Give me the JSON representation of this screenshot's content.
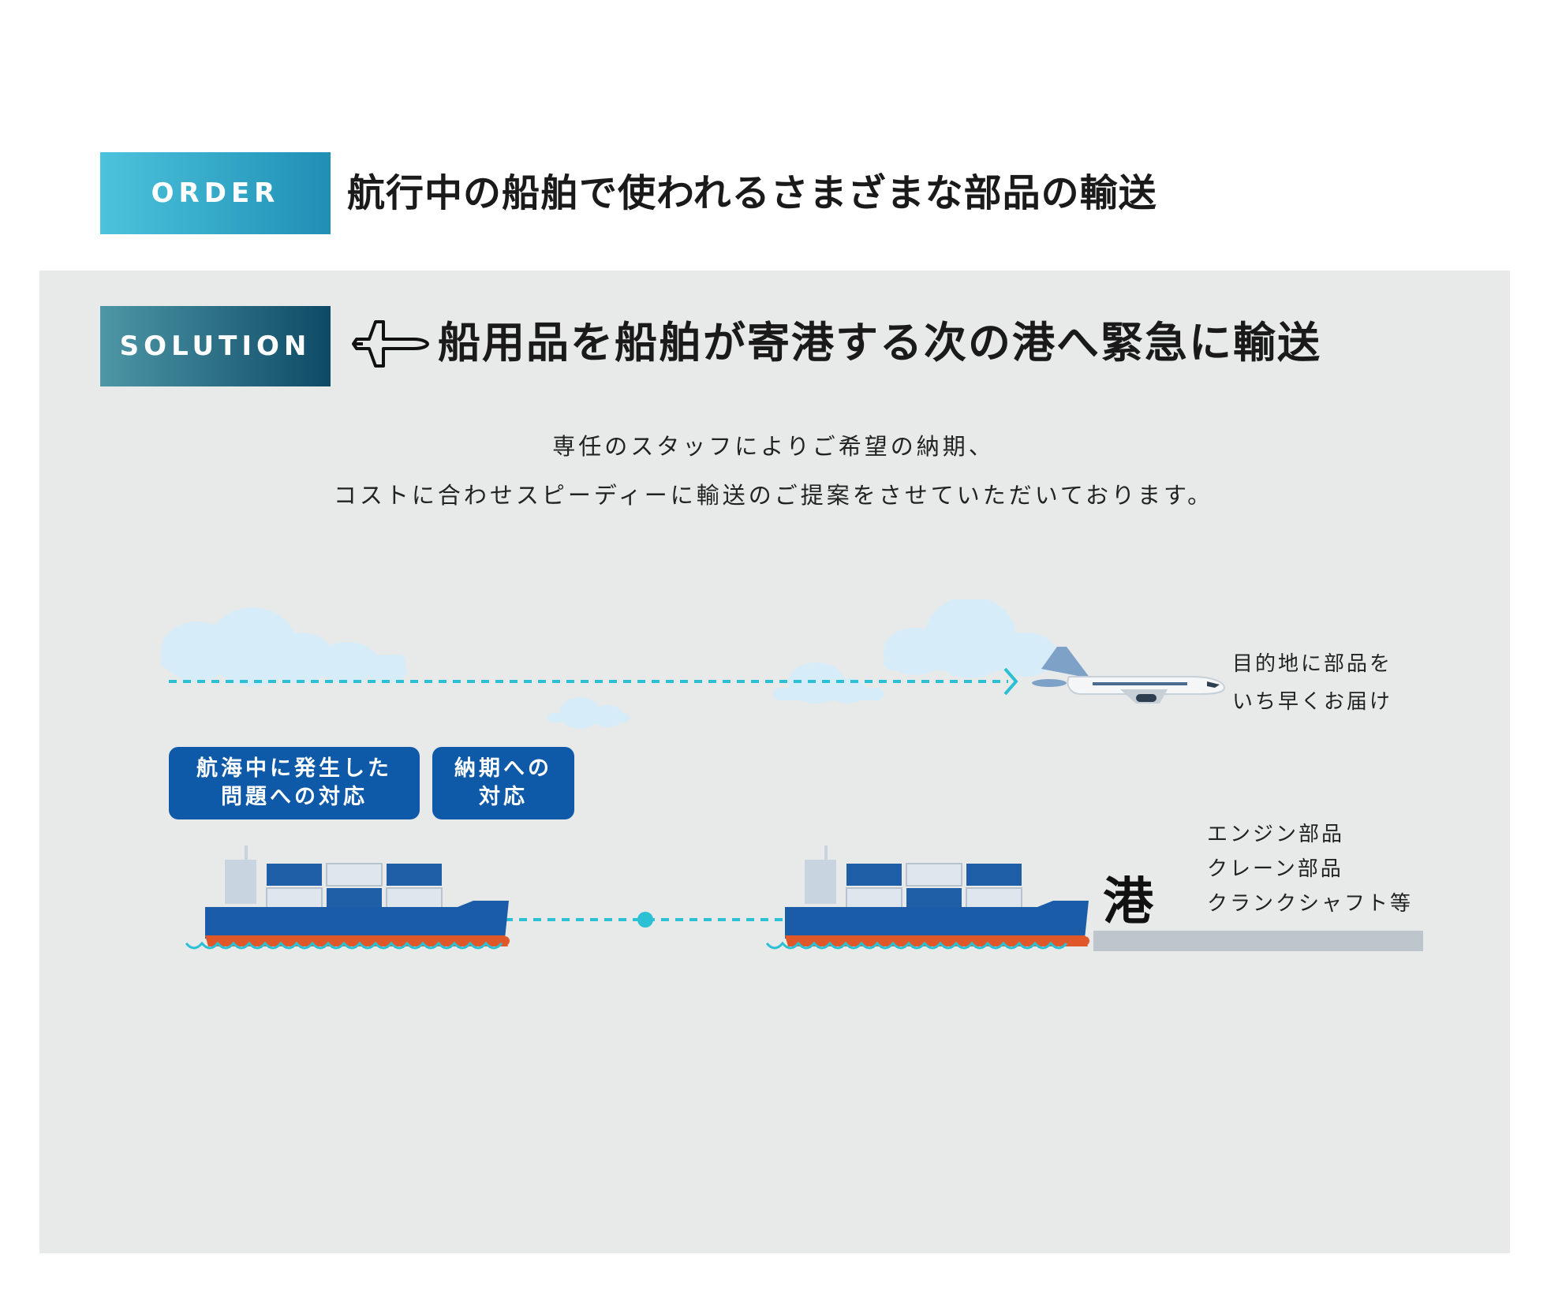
{
  "order": {
    "badge": "ORDER",
    "title": "航行中の船舶で使われるさまざまな部品の輸送"
  },
  "solution": {
    "badge": "SOLUTION",
    "title": "船用品を船舶が寄港する次の港へ緊急に輸送",
    "icon": "airplane-icon"
  },
  "description": {
    "line1": "専任のスタッフによりご希望の納期、",
    "line2": "コストに合わせスピーディーに輸送のご提案をさせていただいております。"
  },
  "diagram": {
    "tags": {
      "trouble_line1": "航海中に発生した",
      "trouble_line2": "問題への対応",
      "deadline_line1": "納期への",
      "deadline_line2": "対応"
    },
    "delivery": {
      "line1": "目的地に部品を",
      "line2": "いち早くお届け"
    },
    "port_label": "港",
    "parts": [
      "エンジン部品",
      "クレーン部品",
      "クランクシャフト等"
    ]
  },
  "colors": {
    "order_gradient": [
      "#4cc3dc",
      "#1f8fb5"
    ],
    "solution_gradient": [
      "#4d97a6",
      "#0e4a66"
    ],
    "tag_blue": "#0f5aa8",
    "panel_grey": "#e8eaea",
    "route_cyan": "#2cc0d4",
    "cloud": "#d6ecf8",
    "hull_blue": "#1b5ca8",
    "hull_orange": "#e0582a",
    "pier_grey": "#bcc6cc"
  }
}
